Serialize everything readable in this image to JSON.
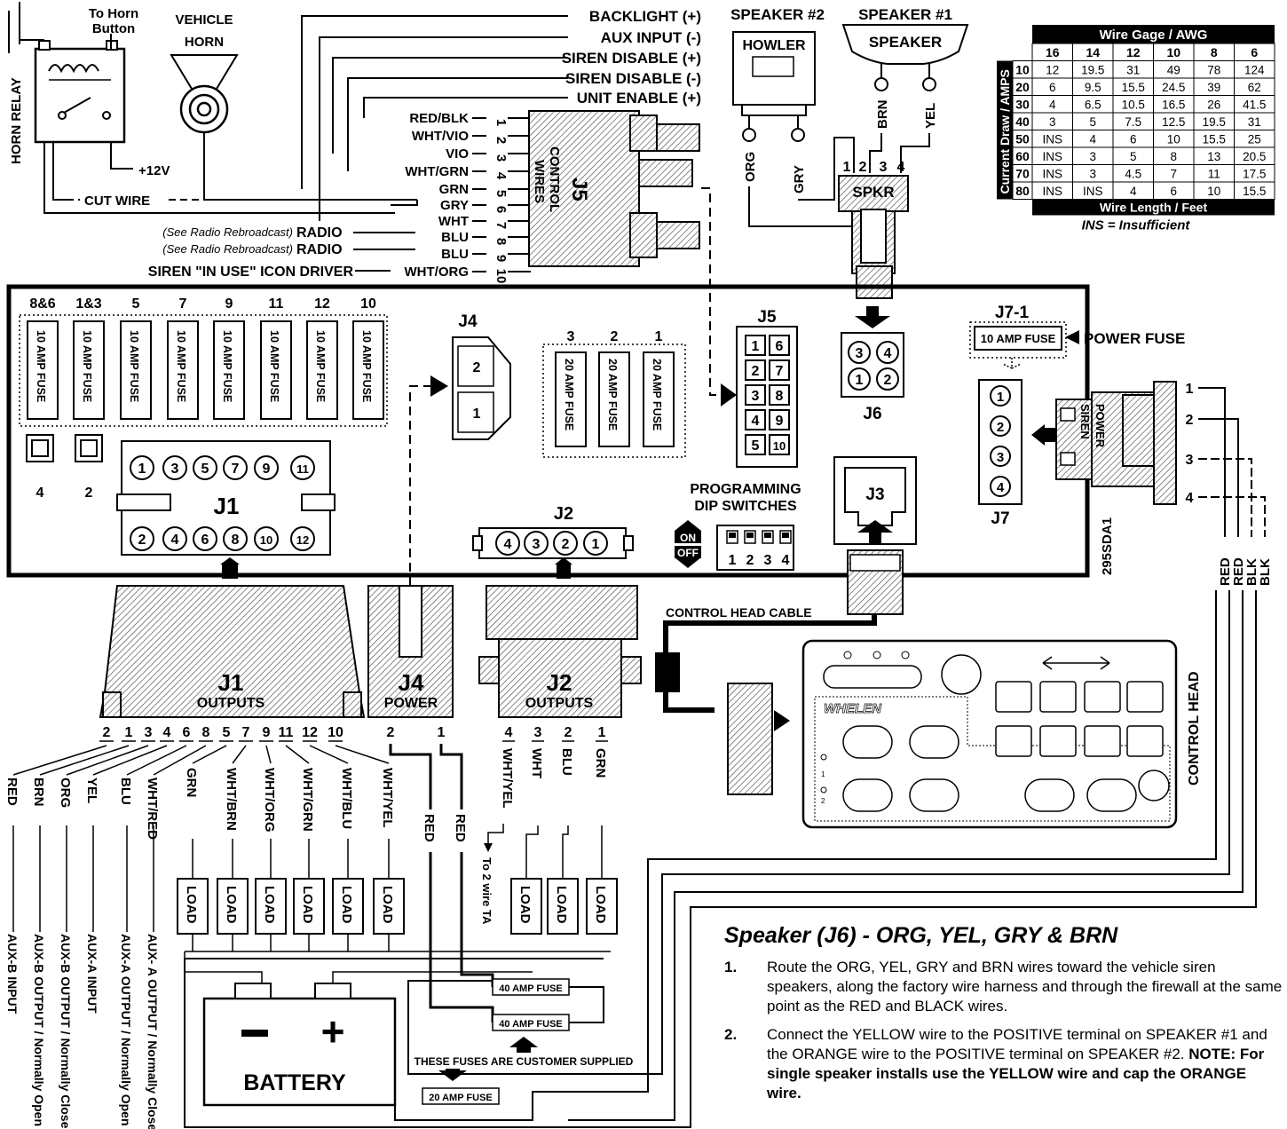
{
  "top": {
    "horn_relay": "HORN RELAY",
    "to_horn_button": [
      "To Horn",
      "Button"
    ],
    "vehicle_horn": [
      "VEHICLE",
      "HORN"
    ],
    "plus12v": "+12V",
    "cut_wire": "CUT WIRE",
    "siren_in_use": "SIREN \"IN USE\" ICON DRIVER",
    "radio_note": "(See Radio Rebroadcast)",
    "radio": "RADIO"
  },
  "j5_signals": [
    "BACKLIGHT (+)",
    "AUX INPUT (-)",
    "SIREN DISABLE (+)",
    "SIREN DISABLE (-)",
    "UNIT ENABLE (+)"
  ],
  "j5_wires": [
    {
      "pin": "1",
      "color": "RED/BLK"
    },
    {
      "pin": "2",
      "color": "WHT/VIO"
    },
    {
      "pin": "3",
      "color": "VIO"
    },
    {
      "pin": "4",
      "color": "WHT/GRN"
    },
    {
      "pin": "5",
      "color": "GRN"
    },
    {
      "pin": "6",
      "color": "GRY"
    },
    {
      "pin": "7",
      "color": "WHT"
    },
    {
      "pin": "8",
      "color": "BLU"
    },
    {
      "pin": "9",
      "color": "BLU"
    },
    {
      "pin": "10",
      "color": "WHT/ORG"
    }
  ],
  "j5_plug": {
    "name": "J5",
    "label": [
      "CONTROL",
      "WIRES"
    ]
  },
  "speakers": {
    "speaker2": "SPEAKER #2",
    "speaker1": "SPEAKER #1",
    "howler": "HOWLER",
    "speaker": "SPEAKER",
    "wires": [
      "ORG",
      "GRY",
      "BRN",
      "YEL"
    ],
    "pins": [
      "1",
      "2",
      "3",
      "4"
    ],
    "spkr": "SPKR"
  },
  "wire_table": {
    "title": "Wire Gage / AWG",
    "gauges": [
      "16",
      "14",
      "12",
      "10",
      "8",
      "6"
    ],
    "side_label": "Current Draw / AMPS",
    "rows": [
      {
        "amps": "10",
        "cells": [
          "12",
          "19.5",
          "31",
          "49",
          "78",
          "124"
        ]
      },
      {
        "amps": "20",
        "cells": [
          "6",
          "9.5",
          "15.5",
          "24.5",
          "39",
          "62"
        ]
      },
      {
        "amps": "30",
        "cells": [
          "4",
          "6.5",
          "10.5",
          "16.5",
          "26",
          "41.5"
        ]
      },
      {
        "amps": "40",
        "cells": [
          "3",
          "5",
          "7.5",
          "12.5",
          "19.5",
          "31"
        ]
      },
      {
        "amps": "50",
        "cells": [
          "INS",
          "4",
          "6",
          "10",
          "15.5",
          "25"
        ]
      },
      {
        "amps": "60",
        "cells": [
          "INS",
          "3",
          "5",
          "8",
          "13",
          "20.5"
        ]
      },
      {
        "amps": "70",
        "cells": [
          "INS",
          "3",
          "4.5",
          "7",
          "11",
          "17.5"
        ]
      },
      {
        "amps": "80",
        "cells": [
          "INS",
          "INS",
          "4",
          "6",
          "10",
          "15.5"
        ]
      }
    ],
    "footer": "Wire Length / Feet",
    "note": "INS = Insufficient"
  },
  "board": {
    "fuse_groups": [
      "8&6",
      "1&3",
      "5",
      "7",
      "9",
      "11",
      "12",
      "10"
    ],
    "fuse_10": "10 AMP FUSE",
    "relay_labels": [
      "4",
      "2"
    ],
    "j1": "J1",
    "j1_pins_top": [
      "1",
      "3",
      "5",
      "7",
      "9",
      "11"
    ],
    "j1_pins_bottom": [
      "2",
      "4",
      "6",
      "8",
      "10",
      "12"
    ],
    "j4": "J4",
    "j4_pins": [
      "2",
      "1"
    ],
    "j2_fuse_groups": [
      "3",
      "2",
      "1"
    ],
    "fuse_20": "20 AMP FUSE",
    "j2": "J2",
    "j2_pins": [
      "4",
      "3",
      "2",
      "1"
    ],
    "j5": "J5",
    "j5_pins": [
      [
        "1",
        "6"
      ],
      [
        "2",
        "7"
      ],
      [
        "3",
        "8"
      ],
      [
        "4",
        "9"
      ],
      [
        "5",
        "10"
      ]
    ],
    "j6": "J6",
    "j6_pins": [
      [
        "3",
        "4"
      ],
      [
        "1",
        "2"
      ]
    ],
    "j3": "J3",
    "dip_title": [
      "PROGRAMMING",
      "DIP SWITCHES"
    ],
    "on": "ON",
    "off": "OFF",
    "dip_nums": [
      "1",
      "2",
      "3",
      "4"
    ],
    "j7_1": "J7-1",
    "j7_fuse": "10 AMP FUSE",
    "power_fuse": "POWER FUSE",
    "j7": "J7",
    "j7_pins": [
      "1",
      "2",
      "3",
      "4"
    ],
    "siren_power": [
      "SIREN",
      "POWER"
    ],
    "model": "295SDA1"
  },
  "j7_wires": {
    "pins": [
      "1",
      "2",
      "3",
      "4"
    ],
    "colors": [
      "RED",
      "RED",
      "BLK",
      "BLK"
    ]
  },
  "plugs": {
    "j1": [
      "J1",
      "OUTPUTS"
    ],
    "j4": [
      "J4",
      "POWER"
    ],
    "j2": [
      "J2",
      "OUTPUTS"
    ],
    "control_head_cable": "CONTROL HEAD CABLE",
    "control_head": "CONTROL HEAD",
    "brand": "WHELEN",
    "led_labels": [
      "1",
      "2"
    ]
  },
  "j1_outputs": {
    "pins": [
      "2",
      "1",
      "3",
      "4",
      "6",
      "8",
      "5",
      "7",
      "9",
      "11",
      "12",
      "10"
    ],
    "aux": [
      {
        "color": "RED",
        "desc": "AUX-B INPUT"
      },
      {
        "color": "BRN",
        "desc": "AUX-B OUTPUT / Normally Open"
      },
      {
        "color": "ORG",
        "desc": "AUX-B OUTPUT / Normally Closed"
      },
      {
        "color": "YEL",
        "desc": "AUX-A INPUT"
      },
      {
        "color": "BLU",
        "desc": "AUX-A OUTPUT / Normally Open"
      },
      {
        "color": "WHT/RED",
        "desc": "AUX- A OUTPUT / Normally Closed"
      }
    ],
    "loads": [
      "GRN",
      "WHT/BRN",
      "WHT/ORG",
      "WHT/GRN",
      "WHT/BLU",
      "WHT/YEL"
    ],
    "load": "LOAD"
  },
  "j4_wires": {
    "pins": [
      "2",
      "1"
    ],
    "colors": [
      "RED",
      "RED"
    ]
  },
  "j2_wires": {
    "pins": [
      "4",
      "3",
      "2",
      "1"
    ],
    "colors": [
      "WHT/YEL",
      "WHT",
      "BLU",
      "GRN"
    ],
    "to_ta": "To 2 wire TA"
  },
  "battery": {
    "label": "BATTERY",
    "minus": "−",
    "plus": "+",
    "fuse40": "40 AMP FUSE",
    "fuse20": "20 AMP FUSE",
    "customer_note": "THESE FUSES ARE CUSTOMER SUPPLIED"
  },
  "notes": {
    "title": "Speaker (J6) - ORG, YEL, GRY & BRN",
    "items": [
      {
        "num": "1.",
        "text": "Route the ORG, YEL, GRY and BRN wires toward the vehicle siren speakers, along the factory wire harness and through the firewall at the same point as the RED and BLACK wires.",
        "bold": ""
      },
      {
        "num": "2.",
        "text": "Connect the YELLOW wire to the POSITIVE terminal on SPEAKER #1 and the ORANGE wire to the POSITIVE terminal on SPEAKER #2.",
        "bold": "NOTE: For single speaker installs use the YELLOW wire and cap the ORANGE wire."
      }
    ]
  }
}
